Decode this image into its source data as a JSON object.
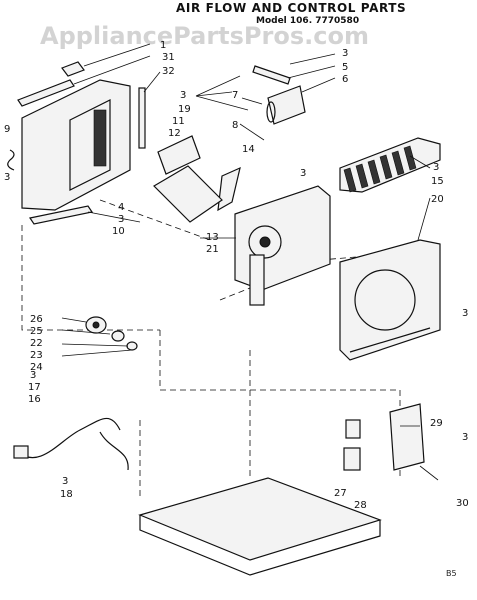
{
  "title": "AIR FLOW AND CONTROL PARTS",
  "model": "Model 106. 7770580",
  "watermark": "AppliancePartsPros.com",
  "footer_code": "B5",
  "callouts": [
    {
      "id": "c1",
      "text": "1"
    },
    {
      "id": "c31",
      "text": "31"
    },
    {
      "id": "c32",
      "text": "32"
    },
    {
      "id": "c3a",
      "text": "3"
    },
    {
      "id": "c5",
      "text": "5"
    },
    {
      "id": "c6",
      "text": "6"
    },
    {
      "id": "c3b",
      "text": "3"
    },
    {
      "id": "c7",
      "text": "7"
    },
    {
      "id": "c19",
      "text": "19"
    },
    {
      "id": "c11",
      "text": "11"
    },
    {
      "id": "c12",
      "text": "12"
    },
    {
      "id": "c8",
      "text": "8"
    },
    {
      "id": "c14",
      "text": "14"
    },
    {
      "id": "c9",
      "text": "9"
    },
    {
      "id": "c3c",
      "text": "3"
    },
    {
      "id": "c3d",
      "text": "3"
    },
    {
      "id": "c15",
      "text": "15"
    },
    {
      "id": "c20",
      "text": "20"
    },
    {
      "id": "c4",
      "text": "4"
    },
    {
      "id": "c3e",
      "text": "3"
    },
    {
      "id": "c10",
      "text": "10"
    },
    {
      "id": "c3f",
      "text": "3"
    },
    {
      "id": "c13",
      "text": "13"
    },
    {
      "id": "c21",
      "text": "21"
    },
    {
      "id": "c3g",
      "text": "3"
    },
    {
      "id": "c26",
      "text": "26"
    },
    {
      "id": "c25",
      "text": "25"
    },
    {
      "id": "c22",
      "text": "22"
    },
    {
      "id": "c23",
      "text": "23"
    },
    {
      "id": "c24",
      "text": "24"
    },
    {
      "id": "c3h",
      "text": "3"
    },
    {
      "id": "c17",
      "text": "17"
    },
    {
      "id": "c16",
      "text": "16"
    },
    {
      "id": "c29",
      "text": "29"
    },
    {
      "id": "c3i",
      "text": "3"
    },
    {
      "id": "c3j",
      "text": "3"
    },
    {
      "id": "c18",
      "text": "18"
    },
    {
      "id": "c27",
      "text": "27"
    },
    {
      "id": "c28",
      "text": "28"
    },
    {
      "id": "c30",
      "text": "30"
    }
  ]
}
